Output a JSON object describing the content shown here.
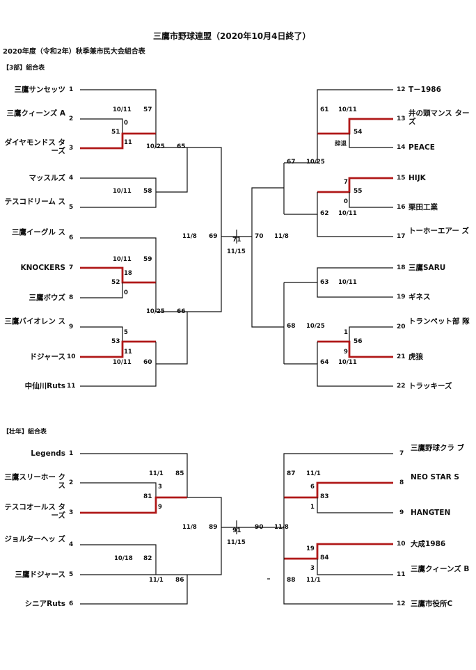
{
  "header": {
    "title": "三鷹市野球連盟（2020年10月4日終了）",
    "subtitle": "2020年度（令和2年）秋季兼市民大会組合表"
  },
  "div3": {
    "section_title": "【3部】組合表",
    "left_teams": [
      {
        "name": "三鷹サンセッツ",
        "seed": "1"
      },
      {
        "name": "三鷹クィーンズ A",
        "seed": "2"
      },
      {
        "name": "ダイヤモンドス ターズ",
        "seed": "3"
      },
      {
        "name": "マッスルズ",
        "seed": "4"
      },
      {
        "name": "テスコドリーム ス",
        "seed": "5"
      },
      {
        "name": "三鷹イーグル ス",
        "seed": "6"
      },
      {
        "name": "KNOCKERS",
        "seed": "7"
      },
      {
        "name": "三鷹ボウズ",
        "seed": "8"
      },
      {
        "name": "三鷹バイオレン ス",
        "seed": "9"
      },
      {
        "name": "ドジャース",
        "seed": "10"
      },
      {
        "name": "中仙川Ruts",
        "seed": "11"
      }
    ],
    "right_teams": [
      {
        "name": "T－1986",
        "seed": "12"
      },
      {
        "name": "井の頭マンス ターズ",
        "seed": "13"
      },
      {
        "name": "PEACE",
        "seed": "14"
      },
      {
        "name": "HIJK",
        "seed": "15"
      },
      {
        "name": "栗田工業",
        "seed": "16"
      },
      {
        "name": "トーホーエアー ズ",
        "seed": "17"
      },
      {
        "name": "三鷹SARU",
        "seed": "18"
      },
      {
        "name": "ギネス",
        "seed": "19"
      },
      {
        "name": "トランペット部 隊",
        "seed": "20"
      },
      {
        "name": "虎狼",
        "seed": "21"
      },
      {
        "name": "トラッキーズ",
        "seed": "22"
      }
    ],
    "labels": {
      "g57": "57",
      "d57": "10/11",
      "s57a": "0",
      "g51": "51",
      "s51": "11",
      "g58": "58",
      "d58": "10/11",
      "g65": "65",
      "d65": "10/25",
      "g59": "59",
      "d59": "10/11",
      "s59a": "18",
      "g52": "52",
      "s52": "0",
      "g53": "53",
      "s53a": "5",
      "s53b": "11",
      "g60": "60",
      "d60": "10/11",
      "g66": "66",
      "d66": "10/25",
      "g69": "69",
      "d69": "11/8",
      "g71": "71",
      "d71": "11/15",
      "g70": "70",
      "d70": "11/8",
      "g61": "61",
      "d61": "10/11",
      "g54": "54",
      "note54": "辞退",
      "g67": "67",
      "d67": "10/25",
      "s55a": "7",
      "g55": "55",
      "s55b": "0",
      "g62": "62",
      "d62": "10/11",
      "g63": "63",
      "d63": "10/11",
      "g68": "68",
      "d68": "10/25",
      "s56a": "1",
      "g56": "56",
      "s56b": "9",
      "g64": "64",
      "d64": "10/11"
    }
  },
  "senior": {
    "section_title": "【壮年】組合表",
    "left_teams": [
      {
        "name": "Legends",
        "seed": "1"
      },
      {
        "name": "三鷹スリーホー クス",
        "seed": "2"
      },
      {
        "name": "テスコオールス ターズ",
        "seed": "3"
      },
      {
        "name": "ジョルターヘッ ズ",
        "seed": "4"
      },
      {
        "name": "三鷹ドジャース",
        "seed": "5"
      },
      {
        "name": "シニアRuts",
        "seed": "6"
      }
    ],
    "right_teams": [
      {
        "name": "三鷹野球クラ ブ",
        "seed": "7"
      },
      {
        "name": "NEO STAR S",
        "seed": "8"
      },
      {
        "name": "HANGTEN",
        "seed": "9"
      },
      {
        "name": "大成1986",
        "seed": "10"
      },
      {
        "name": "三鷹クィーンズ B",
        "seed": "11"
      },
      {
        "name": "三鷹市役所C",
        "seed": "12"
      }
    ],
    "labels": {
      "d85": "11/1",
      "g85": "85",
      "s81a": "3",
      "g81": "81",
      "s81b": "9",
      "d82": "10/18",
      "g82": "82",
      "d86": "11/1",
      "g86": "86",
      "d89": "11/8",
      "g89": "89",
      "g91": "91",
      "d91": "11/15",
      "g90": "90",
      "d90": "11/8",
      "g87": "87",
      "d87": "11/1",
      "s83a": "6",
      "g83": "83",
      "s83b": "1",
      "s84a": "19",
      "g84": "84",
      "s84b": "3",
      "g88": "88",
      "d88": "11/1"
    }
  },
  "colors": {
    "winner_line": "#b01818",
    "line": "#111111"
  }
}
